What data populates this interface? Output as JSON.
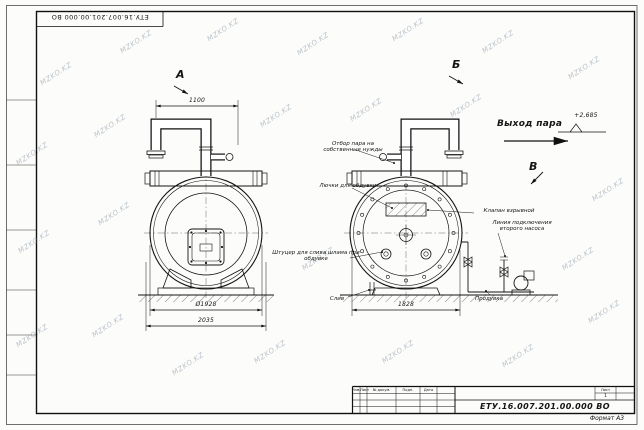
{
  "watermark": "MZKO.KZ",
  "stamp": {
    "code_top": "ЕТУ.16.007.201.00.000  ВО"
  },
  "views": {
    "a": "А",
    "b": "Б",
    "v": "В"
  },
  "dims": {
    "w1100": "1100",
    "d1928": "Ø1928",
    "w2035": "2035",
    "w1828": "1828",
    "elevation": "+2,685"
  },
  "labels": {
    "steam_out": "Выход пара",
    "own_needs": "Отбор пара на собственные нужды",
    "hatches": "Лючки для обдувки",
    "explosion_valve": "Клапан взрывной",
    "second_pump": "Линия подключения второго насоса",
    "sludge": "Штуцер для слива шлама при обдувке",
    "drain": "Слив",
    "blowdown": "Продувка"
  },
  "titleblock": {
    "doc_number": "ЕТУ.16.007.201.00.000  ВО",
    "col_izm": "Изм.",
    "col_list": "Лист",
    "col_doc": "№ докум.",
    "col_sign": "Подп.",
    "col_date": "Дата",
    "sheet_label": "Лист",
    "sheet_value": "1",
    "format": "Формат А3"
  }
}
